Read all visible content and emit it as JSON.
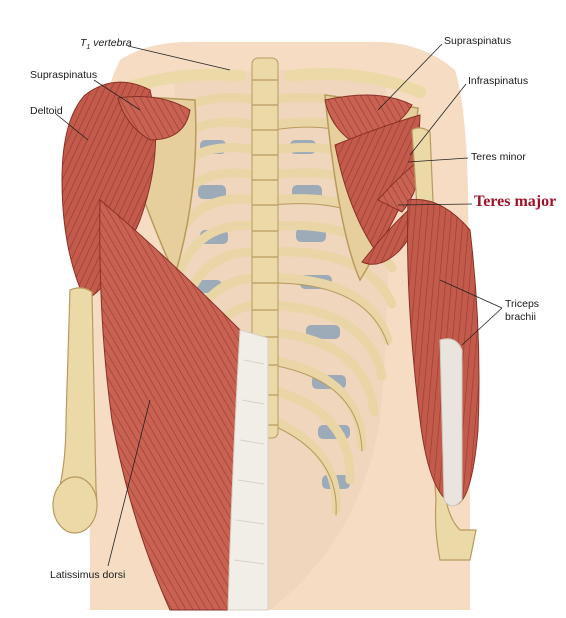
{
  "labels": {
    "t1_vertebra_prefix": "T",
    "t1_vertebra_sub": "1",
    "t1_vertebra_word": "vertebra",
    "supraspinatus_left": "Supraspinatus",
    "supraspinatus_right": "Supraspinatus",
    "infraspinatus": "Infraspinatus",
    "deltoid": "Deltoid",
    "teres_minor": "Teres minor",
    "teres_major": "Teres major",
    "triceps_line1": "Triceps",
    "triceps_line2": "brachii",
    "latissimus_dorsi": "Latissimus dorsi"
  },
  "colors": {
    "skin": "#f5dcc3",
    "muscle": "#c05a4a",
    "muscle_dark": "#9a3a30",
    "bone": "#ecd9a8",
    "bone_edge": "#b89a5e",
    "cartilage": "#8fa3b8",
    "tendon": "#f1eee8",
    "teres_major_label": "#a0122a"
  }
}
